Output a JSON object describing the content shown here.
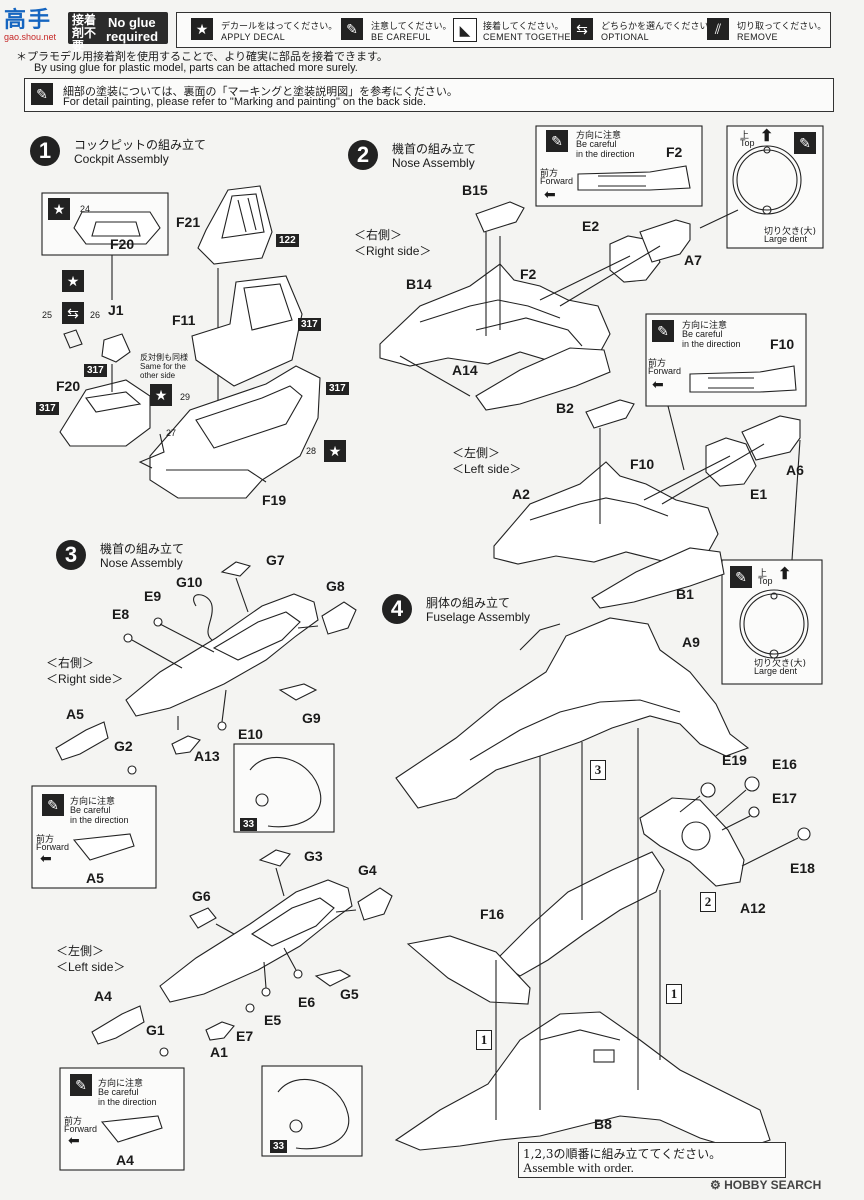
{
  "header": {
    "logo_text": "高手",
    "logo_sub": "gao.shou.net",
    "no_glue_jp": "接着剤不要",
    "no_glue_en1": "No glue",
    "no_glue_en2": "required",
    "legend": [
      {
        "icon": "star-icon",
        "jp": "デカールをはってください。",
        "en": "APPLY DECAL"
      },
      {
        "icon": "brush-icon",
        "jp": "注意してください。",
        "en": "BE CAREFUL"
      },
      {
        "icon": "glue-tube-icon",
        "jp": "接着してください。",
        "en": "CEMENT TOGETHER"
      },
      {
        "icon": "optional-arrows-icon",
        "jp": "どちらかを選んでください。",
        "en": "OPTIONAL"
      },
      {
        "icon": "cut-icon",
        "jp": "切り取ってください。",
        "en": "REMOVE"
      }
    ],
    "glue_note_jp": "＊プラモデル用接着剤を使用することで、より確実に部品を接着できます。",
    "glue_note_en": "By using glue for plastic model, parts can be attached more surely.",
    "paint_note_jp": "細部の塗装については、裏面の「マーキングと塗装説明図」を参考にください。",
    "paint_note_en": "For detail painting, please refer to \"Marking and painting\" on the back side."
  },
  "steps": [
    {
      "num": "1",
      "jp": "コックピットの組み立て",
      "en": "Cockpit Assembly"
    },
    {
      "num": "2",
      "jp": "機首の組み立て",
      "en": "Nose Assembly"
    },
    {
      "num": "3",
      "jp": "機首の組み立て",
      "en": "Nose Assembly"
    },
    {
      "num": "4",
      "jp": "胴体の組み立て",
      "en": "Fuselage Assembly"
    }
  ],
  "step1": {
    "parts": {
      "f20_box": "F20",
      "f21": "F21",
      "f11": "F11",
      "j1": "J1",
      "f20": "F20",
      "f19": "F19"
    },
    "paints": {
      "p122": "122",
      "p317a": "317",
      "p317b": "317",
      "p317c": "317",
      "p317d": "317"
    },
    "decals": {
      "d24": "24",
      "d25": "25",
      "d26": "26",
      "d27": "27",
      "d28": "28",
      "d29": "29"
    },
    "other_side_jp": "反対側も同様",
    "other_side_en1": "Same for the",
    "other_side_en2": "other side"
  },
  "step2": {
    "right_jp": "＜右側＞",
    "right_en": "＜Right side＞",
    "left_jp": "＜左側＞",
    "left_en": "＜Left side＞",
    "parts": {
      "b15": "B15",
      "b14": "B14",
      "f2a": "F2",
      "a14": "A14",
      "e2": "E2",
      "a7": "A7",
      "f2b": "F2",
      "b2": "B2",
      "a2": "A2",
      "f10a": "F10",
      "f10b": "F10",
      "e1": "E1",
      "a6": "A6",
      "b1": "B1"
    },
    "care_jp": "方向に注意",
    "care_en1": "Be careful",
    "care_en2": "in the direction",
    "fwd_jp": "前方",
    "fwd_en": "Forward",
    "top_jp": "上",
    "top_en": "Top",
    "dent_jp": "切り欠き(大)",
    "dent_en": "Large dent"
  },
  "step3": {
    "right_jp": "＜右側＞",
    "right_en": "＜Right side＞",
    "left_jp": "＜左側＞",
    "left_en": "＜Left side＞",
    "parts": {
      "g7": "G7",
      "g10": "G10",
      "e9": "E9",
      "g8": "G8",
      "e8": "E8",
      "g9": "G9",
      "a5": "A5",
      "e10": "E10",
      "g2": "G2",
      "a13": "A13",
      "a5b": "A5",
      "g3": "G3",
      "g4": "G4",
      "g6": "G6",
      "g5": "G5",
      "e6": "E6",
      "e5": "E5",
      "a4": "A4",
      "e7": "E7",
      "g1": "G1",
      "a1": "A1",
      "a4b": "A4"
    },
    "decals": {
      "d33a": "33",
      "d33b": "33"
    },
    "care_jp": "方向に注意",
    "care_en1": "Be careful",
    "care_en2": "in the direction",
    "fwd_jp": "前方",
    "fwd_en": "Forward"
  },
  "step4": {
    "parts": {
      "a9": "A9",
      "e19": "E19",
      "e16": "E16",
      "e17": "E17",
      "e18": "E18",
      "a12": "A12",
      "f16": "F16",
      "b8": "B8"
    },
    "order_marks": {
      "m3": "3",
      "m2": "2",
      "m1a": "1",
      "m1b": "1"
    },
    "order_jp": "1,2,3の順番に組み立ててください。",
    "order_en": "Assemble with order."
  },
  "footer": {
    "watermark": "HOBBY SEARCH"
  }
}
